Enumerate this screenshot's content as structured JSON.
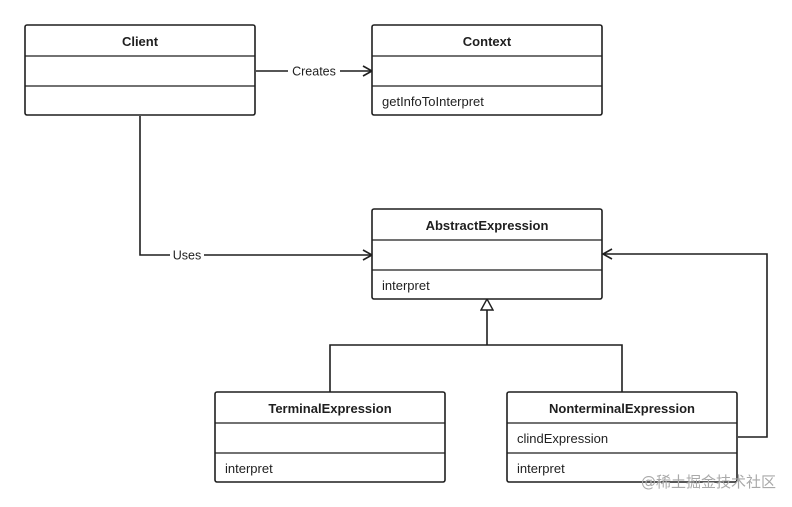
{
  "diagram": {
    "classes": {
      "client": {
        "title": "Client",
        "attribute": "",
        "operation": ""
      },
      "context": {
        "title": "Context",
        "attribute": "",
        "operation": "getInfoToInterpret"
      },
      "abstract": {
        "title": "AbstractExpression",
        "attribute": "",
        "operation": "interpret"
      },
      "terminal": {
        "title": "TerminalExpression",
        "attribute": "",
        "operation": "interpret"
      },
      "nonterminal": {
        "title": "NonterminalExpression",
        "attribute": "clindExpression",
        "operation": "interpret"
      }
    },
    "relations": {
      "creates": {
        "label": "Creates",
        "kind": "dependency"
      },
      "uses": {
        "label": "Uses",
        "kind": "dependency"
      },
      "terminal_inherits": {
        "label": "",
        "kind": "generalization"
      },
      "nonterminal_inherits": {
        "label": "",
        "kind": "generalization"
      },
      "nonterminal_aggregates": {
        "label": "",
        "kind": "association"
      }
    },
    "colors": {
      "stroke": "#1f1f1f",
      "background": "#ffffff",
      "watermark": "#a9a9a9"
    }
  },
  "watermark": {
    "text": "@稀土掘金技术社区"
  }
}
